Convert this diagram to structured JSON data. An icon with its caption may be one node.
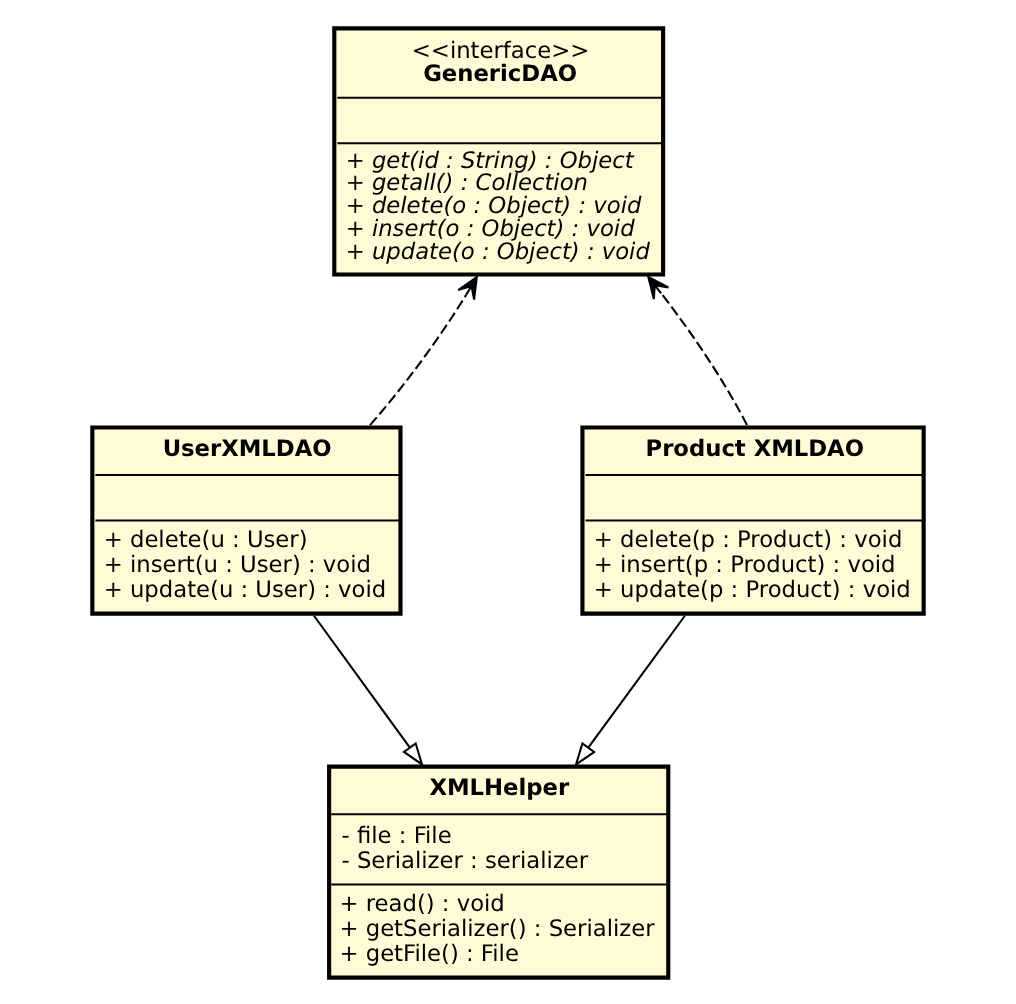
{
  "diagram": {
    "nodes": [
      {
        "text": [
          "<<interface>>",
          "GenericDAO",
          "+ get(id : String) : Object",
          "+ getall() : Collection",
          "+ delete(o : Object) : void",
          "+ insert(o : Object) : void",
          "+ update(o : Object) : void"
        ]
      },
      {
        "text": [
          "UserXMLDAO",
          "+ delete(u : User)",
          "+ insert(u : User) : void",
          "+ update(u : User) : void"
        ]
      },
      {
        "text": [
          "Product XMLDAO",
          "+ delete(p : Product) : void",
          "+ insert(p : Product) : void",
          "+ update(p : Product) : void"
        ]
      },
      {
        "text": [
          "XMLHelper",
          "- file : File",
          "- Serializer : serializer",
          "+ read() : void",
          "+ getSerializer() : Serializer",
          "+ getFile() : File"
        ]
      }
    ],
    "edges": [
      {
        "from": 1,
        "to": 0,
        "arrow": "to",
        "style": "dashed"
      },
      {
        "from": 2,
        "to": 0,
        "arrow": "to",
        "style": "dashed"
      },
      {
        "from": 1,
        "to": 3,
        "arrow": "to"
      },
      {
        "from": 2,
        "to": 3,
        "arrow": "to"
      }
    ]
  }
}
